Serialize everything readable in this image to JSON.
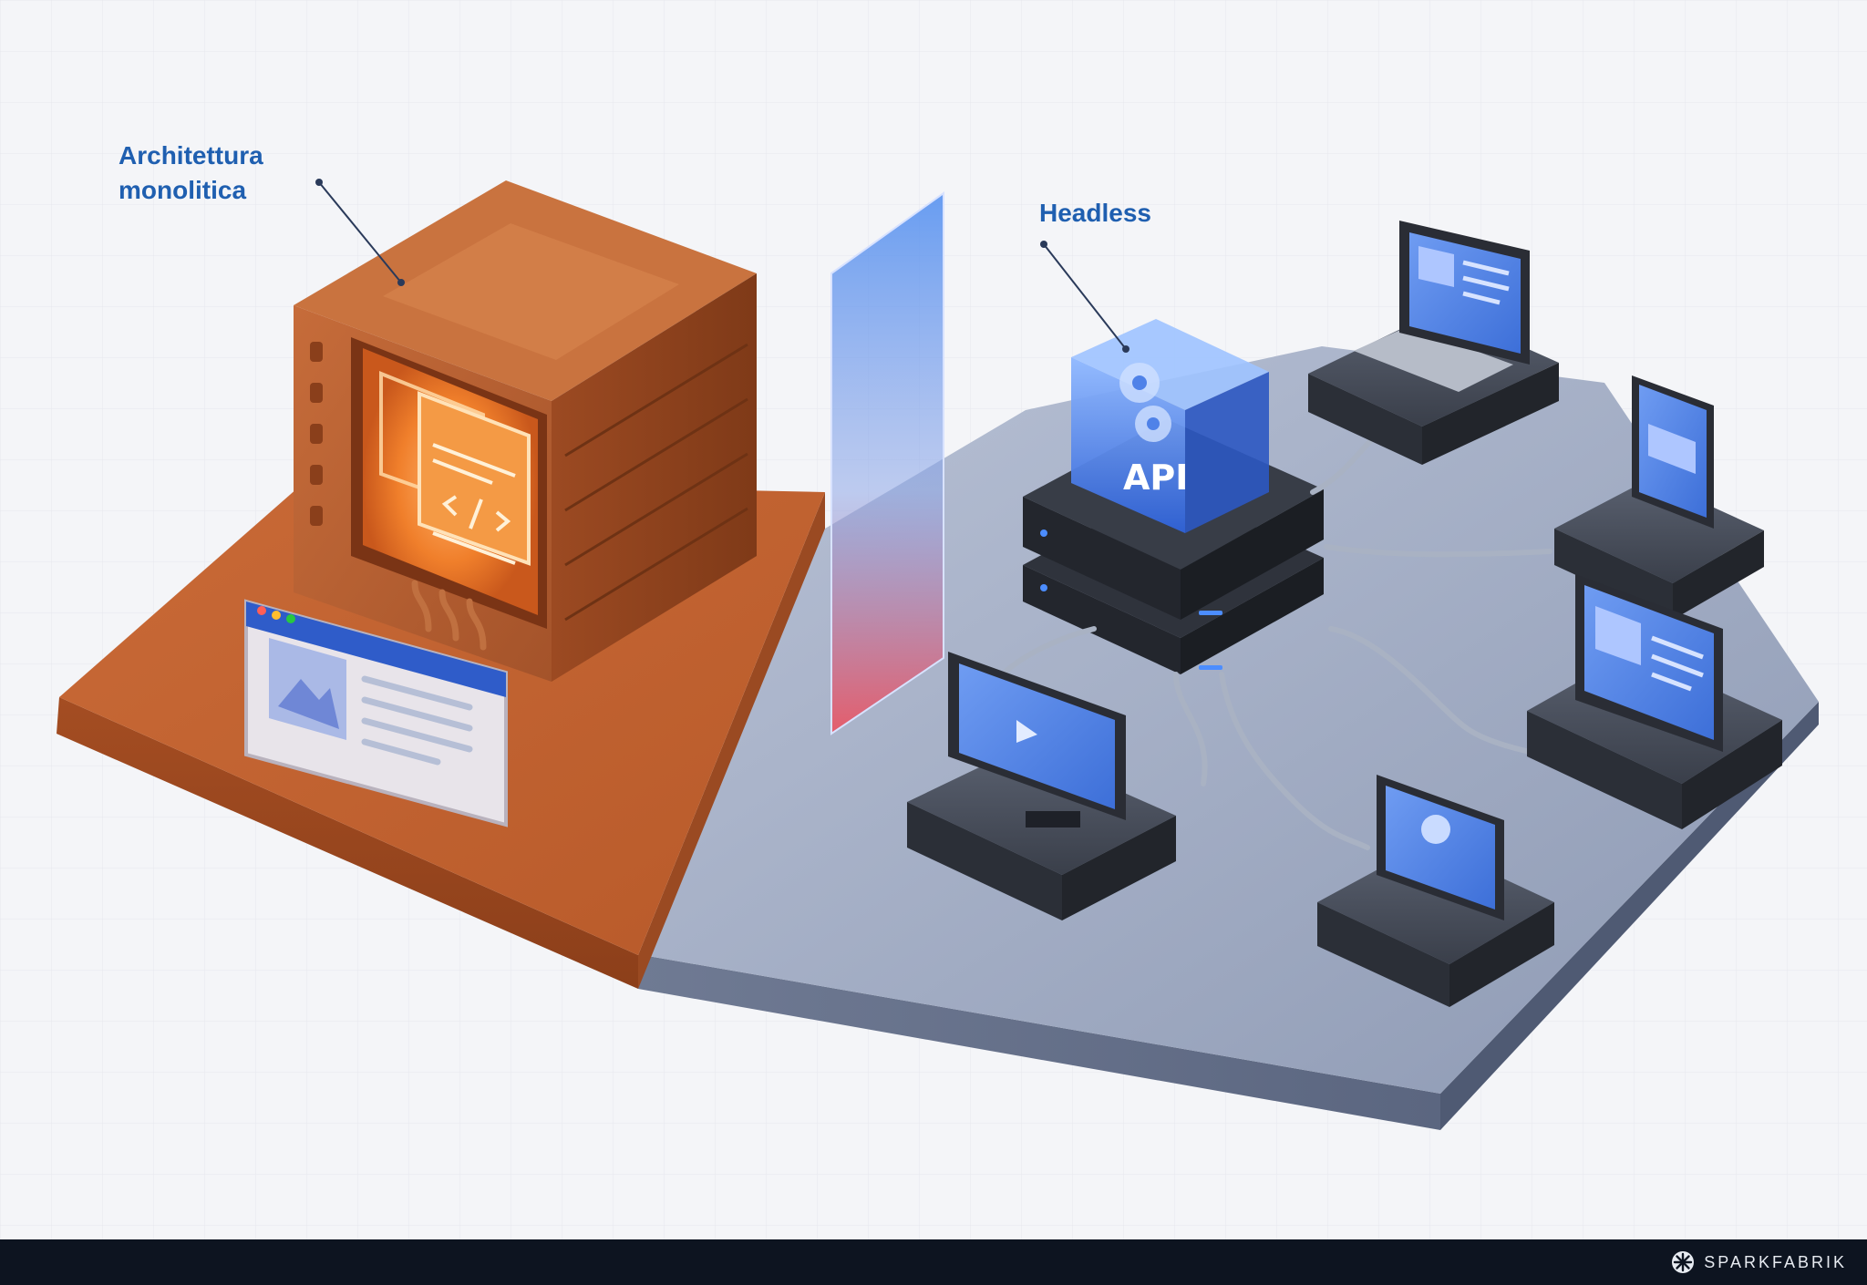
{
  "labels": {
    "monolith": [
      "Architettura",
      "monolitica"
    ],
    "headless": "Headless",
    "api": "API"
  },
  "footer": {
    "brand": "SPARKFABRIK",
    "logo_icon": "sparkfabrik-logo-icon"
  },
  "colors": {
    "monolith_accent": "#e0762a",
    "headless_accent": "#3f74e0",
    "label_text": "#1f5fb0",
    "footer_bg": "#0d1420"
  }
}
